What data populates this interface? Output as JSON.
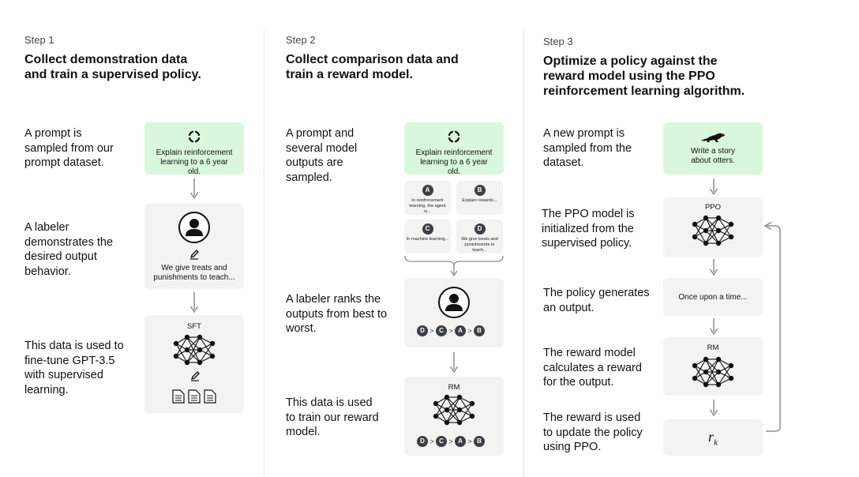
{
  "steps": [
    {
      "label": "Step 1",
      "title": [
        "Collect demonstration data",
        "and train a supervised policy."
      ],
      "rows": [
        "A prompt is sampled from our prompt dataset.",
        "A labeler demonstrates the desired output behavior.",
        "This data is used to fine-tune GPT-3.5 with supervised learning."
      ],
      "prompt": "Explain reinforcement learning to a 6 year old.",
      "demo_output": "We give treats and punishments to teach...",
      "model_label": "SFT"
    },
    {
      "label": "Step 2",
      "title": [
        "Collect comparison data and",
        "train a reward model."
      ],
      "rows": [
        "A prompt and several model outputs are sampled.",
        "A labeler ranks the outputs from best to worst.",
        "This data is used to train our reward model."
      ],
      "prompt": "Explain reinforcement learning to a 6 year old.",
      "outputs": [
        {
          "id": "A",
          "text": "In reinforcement learning, the agent is..."
        },
        {
          "id": "B",
          "text": "Explain rewards..."
        },
        {
          "id": "C",
          "text": "In machine learning..."
        },
        {
          "id": "D",
          "text": "We give treats and punishments to teach..."
        }
      ],
      "ranking": [
        "D",
        "C",
        "A",
        "B"
      ],
      "ranking_separator": ">",
      "model_label": "RM"
    },
    {
      "label": "Step 3",
      "title": [
        "Optimize a policy against the",
        "reward model using the PPO",
        "reinforcement learning algorithm."
      ],
      "rows": [
        "A new prompt is sampled from the dataset.",
        "The PPO model is initialized from the supervised policy.",
        "The policy generates an output.",
        "The reward model calculates a reward for the output.",
        "The reward is used to update the policy using PPO."
      ],
      "prompt": "Write a story about otters.",
      "ppo_label": "PPO",
      "output": "Once upon a time...",
      "rm_label": "RM",
      "reward_symbol": "r",
      "reward_subscript": "k"
    }
  ],
  "icons": {
    "refresh": "refresh-icon",
    "person": "person-icon",
    "pencil": "pencil-icon",
    "network": "neural-network-icon",
    "document": "document-icon",
    "otter": "otter-icon",
    "arrow": "arrow-down-icon"
  },
  "colors": {
    "prompt_box": "#d9f7dc",
    "card": "#f3f3f2",
    "badge": "#3b3f45",
    "arrow": "#8a8f96",
    "divider": "#e6e6e6"
  }
}
